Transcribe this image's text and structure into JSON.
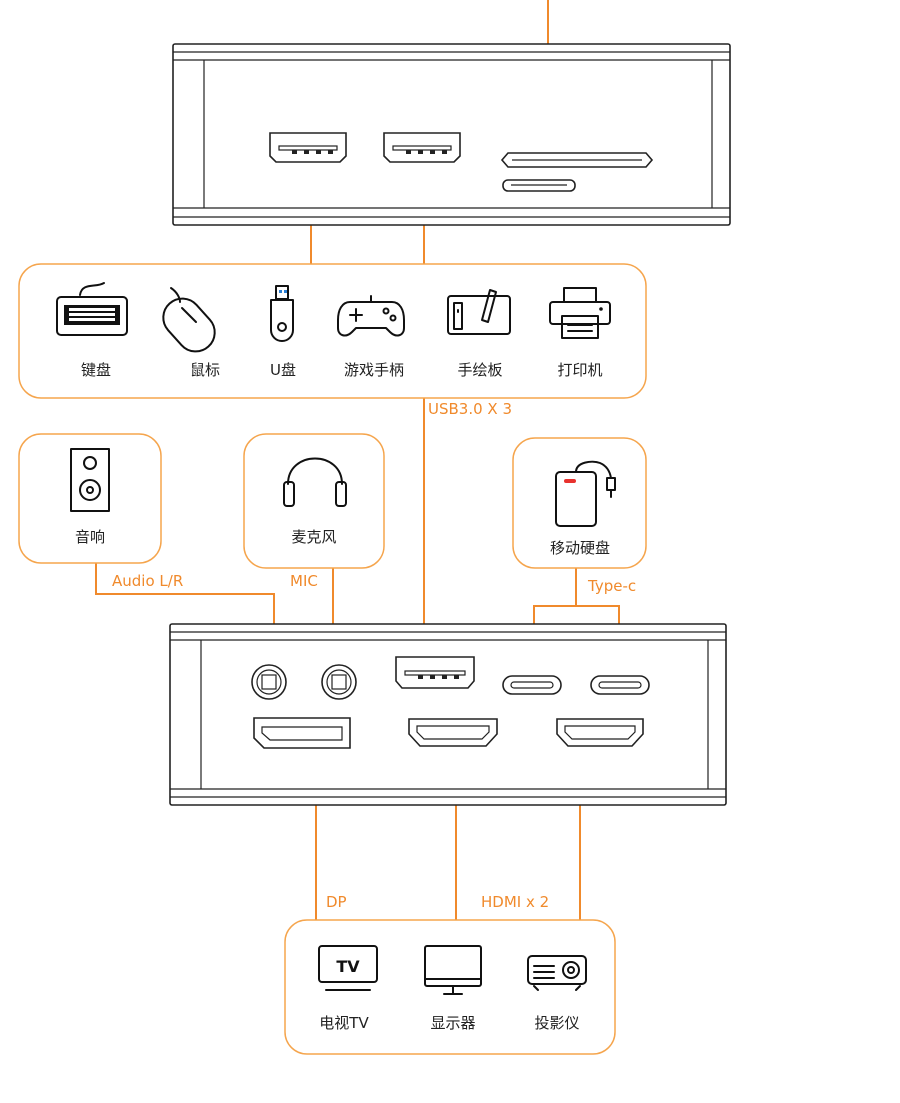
{
  "input_devices": [
    "键盘",
    "鼠标",
    "U盘",
    "游戏手柄",
    "手绘板",
    "打印机"
  ],
  "audio_device": "音响",
  "mic_device": "麦克风",
  "storage_device": "移动硬盘",
  "display_devices": [
    "电视TV",
    "显示器",
    "投影仪"
  ],
  "port_labels": {
    "usb": "USB3.0 X 3",
    "audio": "Audio L/R",
    "mic": "MIC",
    "typec": "Type-c",
    "dp": "DP",
    "hdmi": "HDMI x 2"
  },
  "colors": {
    "accent": "#f08a2c",
    "outline": "#222222",
    "led": "#e8322e"
  },
  "icons": [
    "keyboard-icon",
    "mouse-icon",
    "usb-drive-icon",
    "gamepad-icon",
    "drawing-tablet-icon",
    "printer-icon",
    "speaker-icon",
    "headphones-icon",
    "external-drive-icon",
    "tv-icon",
    "monitor-icon",
    "projector-icon"
  ]
}
